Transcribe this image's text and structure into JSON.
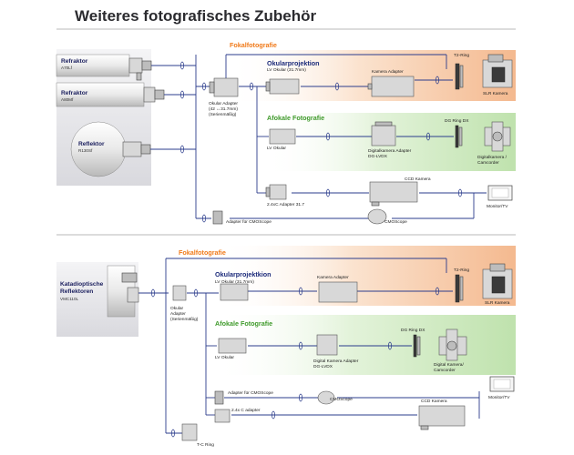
{
  "title": "Weiteres fotografisches Zubehör",
  "colors": {
    "line": "#2b3c8c",
    "fokal_label": "#f07a1a",
    "afokal_label": "#3f9a2b",
    "okular_label": "#1b2a7a",
    "orange_band": "#f6c9a6",
    "green_band": "#d2ecc4",
    "scope_panel": "#e6e6ea"
  },
  "top": {
    "scopes": [
      {
        "name": "Refraktor",
        "model": "A70Lf"
      },
      {
        "name": "Refraktor",
        "model": "A80Mf"
      },
      {
        "name": "Reflektor",
        "model": "R130Sf"
      }
    ],
    "sections": {
      "fokal": "Fokalfotografie",
      "okular": "Okularprojektion",
      "okular_sub": "LV Okular (31.7mm)",
      "afokal": "Afokale Fotografie",
      "afokal_sub": "LV Okular"
    },
    "labels": {
      "okular_adapter": "Okular Adapter",
      "okular_adapter_2": "(42 ↔31.7mm)",
      "okular_adapter_3": "(Serienmäßig)",
      "kamera_adapter": "Kamera Adapter",
      "t2_ring": "T2-Ring",
      "slr": "SLR Kamera",
      "dg_ring": "DG Ring DX",
      "digi_adapter": "Digitalkamera Adapter",
      "digi_adapter_2": "DG-LVDX",
      "digicam": "Digitalkamera /",
      "digicam_2": "Camcorder",
      "ccd": "CCD Kamera",
      "adapter_24": "2.4xC Adapter 31.7",
      "monitor": "Monitor/TV",
      "cmos_adapter": "Adapter für CMOScope",
      "cmos": "CMOScope"
    }
  },
  "bottom": {
    "scope": {
      "name": "Katadioptische",
      "name_2": "Reflektoren",
      "model": "VMC110L"
    },
    "sections": {
      "fokal": "Fokalfotografie",
      "okular": "Okularprojektkion",
      "okular_sub": "LV Okular (31.7mm)",
      "afokal": "Afokale Fotografie",
      "afokal_sub": "LV Okular"
    },
    "labels": {
      "okular_adapter": "Okular",
      "okular_adapter_2": "Adapter",
      "okular_adapter_3": "(Serienmäßig)",
      "kamera_adapter": "Kamera Adapter",
      "t2_ring": "T2-Ring",
      "slr": "SLR Kamera",
      "dg_ring": "DG Ring DX",
      "digi_adapter": "Digital Kamera Adapter",
      "digi_adapter_2": "DG-LVDX",
      "digicam": "Digital Kamera/",
      "digicam_2": "Camcorder",
      "cmos_adapter": "Adapter für CMOScope",
      "cmos": "CMOScope",
      "monitor": "Monitor/TV",
      "ccd": "CCD Kamera",
      "adapter_24": "2.4x C adapter",
      "tc_ring": "T-C Ring"
    }
  }
}
